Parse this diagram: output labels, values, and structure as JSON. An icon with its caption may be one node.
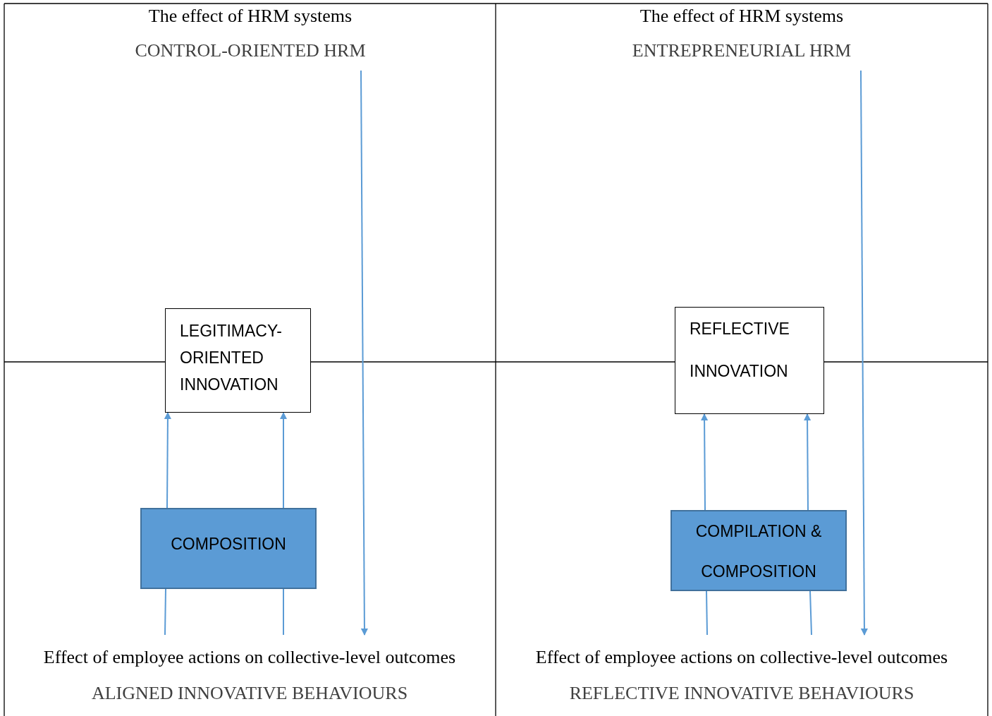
{
  "diagram": {
    "nodes": [
      {
        "text": [
          "The effect of HRM systems",
          "CONTROL-ORIENTED HRM"
        ]
      },
      {
        "text": [
          "The effect of HRM systems",
          "ENTREPRENEURIAL HRM"
        ]
      },
      {
        "text": [
          "LEGITIMACY-ORIENTED INNOVATION"
        ]
      },
      {
        "text": [
          "REFLECTIVE INNOVATION"
        ]
      },
      {
        "text": [
          "COMPOSITION"
        ]
      },
      {
        "text": [
          "COMPILATION & COMPOSITION"
        ]
      },
      {
        "text": [
          "Effect of employee actions on collective-level outcomes",
          "ALIGNED INNOVATIVE BEHAVIOURS"
        ]
      },
      {
        "text": [
          "Effect of employee actions on collective-level outcomes",
          "REFLECTIVE INNOVATIVE BEHAVIOURS"
        ]
      }
    ],
    "edges": [
      {
        "from": 0,
        "to": 6,
        "arrow": "to"
      },
      {
        "from": 6,
        "to": 4,
        "arrow": "none"
      },
      {
        "from": 6,
        "to": 4,
        "arrow": "none"
      },
      {
        "from": 4,
        "to": 2,
        "arrow": "to"
      },
      {
        "from": 4,
        "to": 2,
        "arrow": "to"
      },
      {
        "from": 1,
        "to": 7,
        "arrow": "to"
      },
      {
        "from": 7,
        "to": 5,
        "arrow": "none"
      },
      {
        "from": 7,
        "to": 5,
        "arrow": "none"
      },
      {
        "from": 5,
        "to": 3,
        "arrow": "to"
      },
      {
        "from": 5,
        "to": 3,
        "arrow": "to"
      }
    ]
  }
}
